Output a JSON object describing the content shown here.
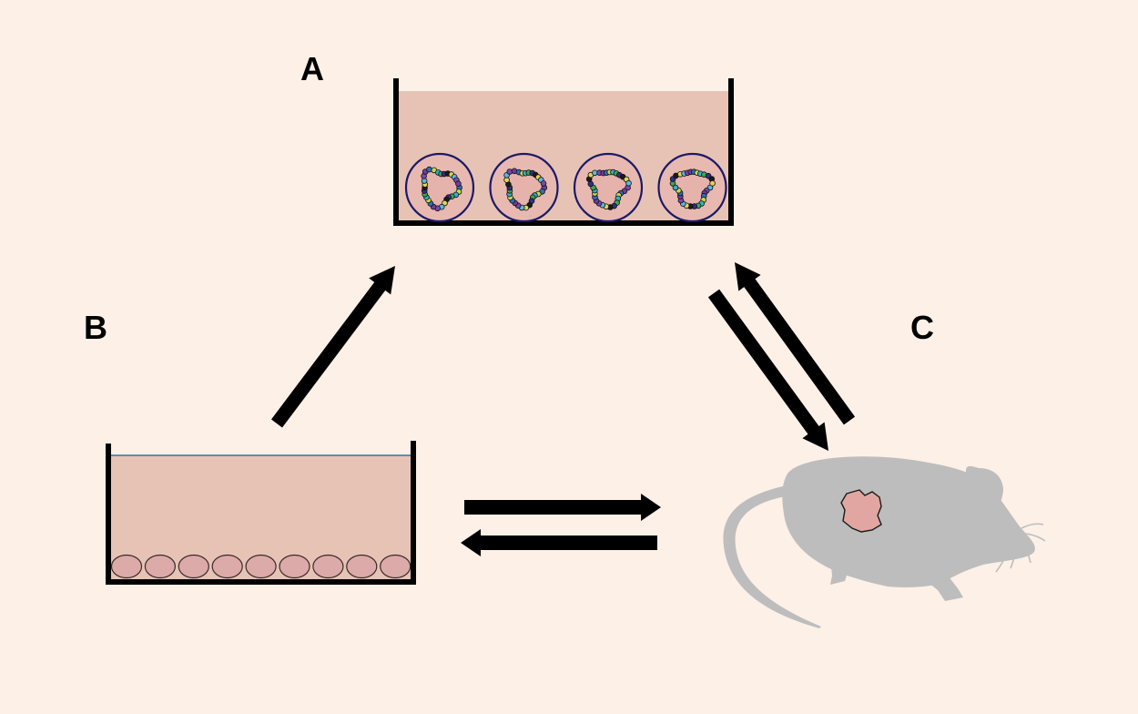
{
  "labels": {
    "a": "A",
    "b": "B",
    "c": "C"
  },
  "colors": {
    "background": "#fdf0e7",
    "medium": "#e7c3b6",
    "medium_line": "#2a78a8",
    "cell": "#dcaaa8",
    "organoid_ring": "#1b1a66",
    "organoid_fill": "#e8b9b1",
    "mouse": "#bdbdbd",
    "tumor": "#e2a6a2",
    "arrow": "#000000"
  },
  "counts": {
    "organoids_in_dish_a": 4,
    "cells_in_dish_b": 9
  },
  "icons": {
    "dish_a": "culture-dish-icon",
    "dish_b": "culture-dish-icon",
    "organoid": "organoid-icon",
    "cell": "cell-icon",
    "mouse": "mouse-icon",
    "tumor": "tumor-icon"
  }
}
